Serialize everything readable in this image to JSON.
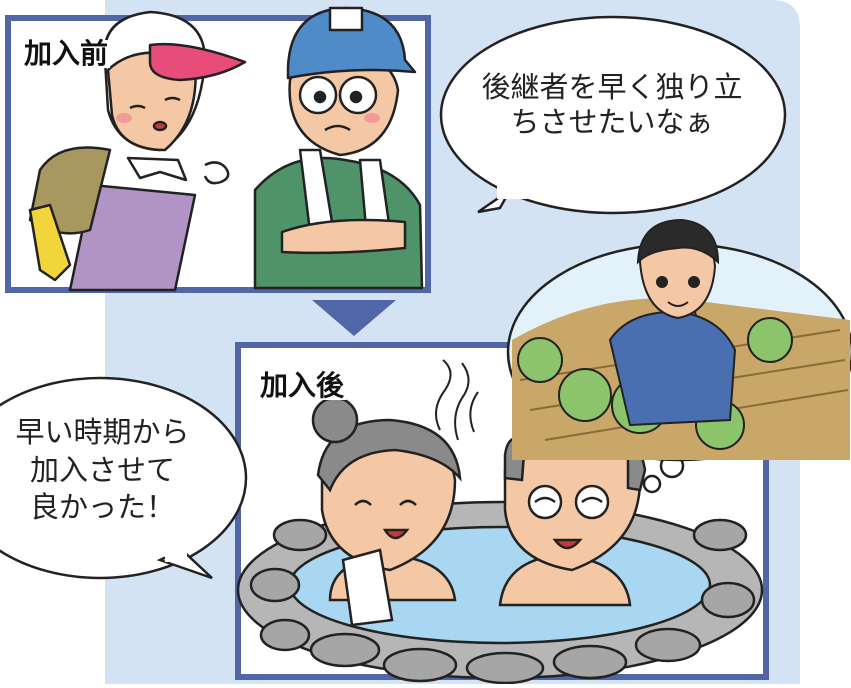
{
  "panels": {
    "before_label": "加入前",
    "after_label": "加入後"
  },
  "speech": {
    "parent_line1": "後継者を早く独り立",
    "parent_line2": "ちさせたいなぁ",
    "retired_line1": "早い時期から",
    "retired_line2": "加入させて",
    "retired_line3": "良かった！"
  },
  "colors": {
    "background_tint": "#d3e3f3",
    "frame_blue": "#5066a6",
    "arrow_blue": "#5066a6",
    "hot_water": "#a9d6f0",
    "field_green": "#8cc46c",
    "sky": "#e3f1fb"
  }
}
